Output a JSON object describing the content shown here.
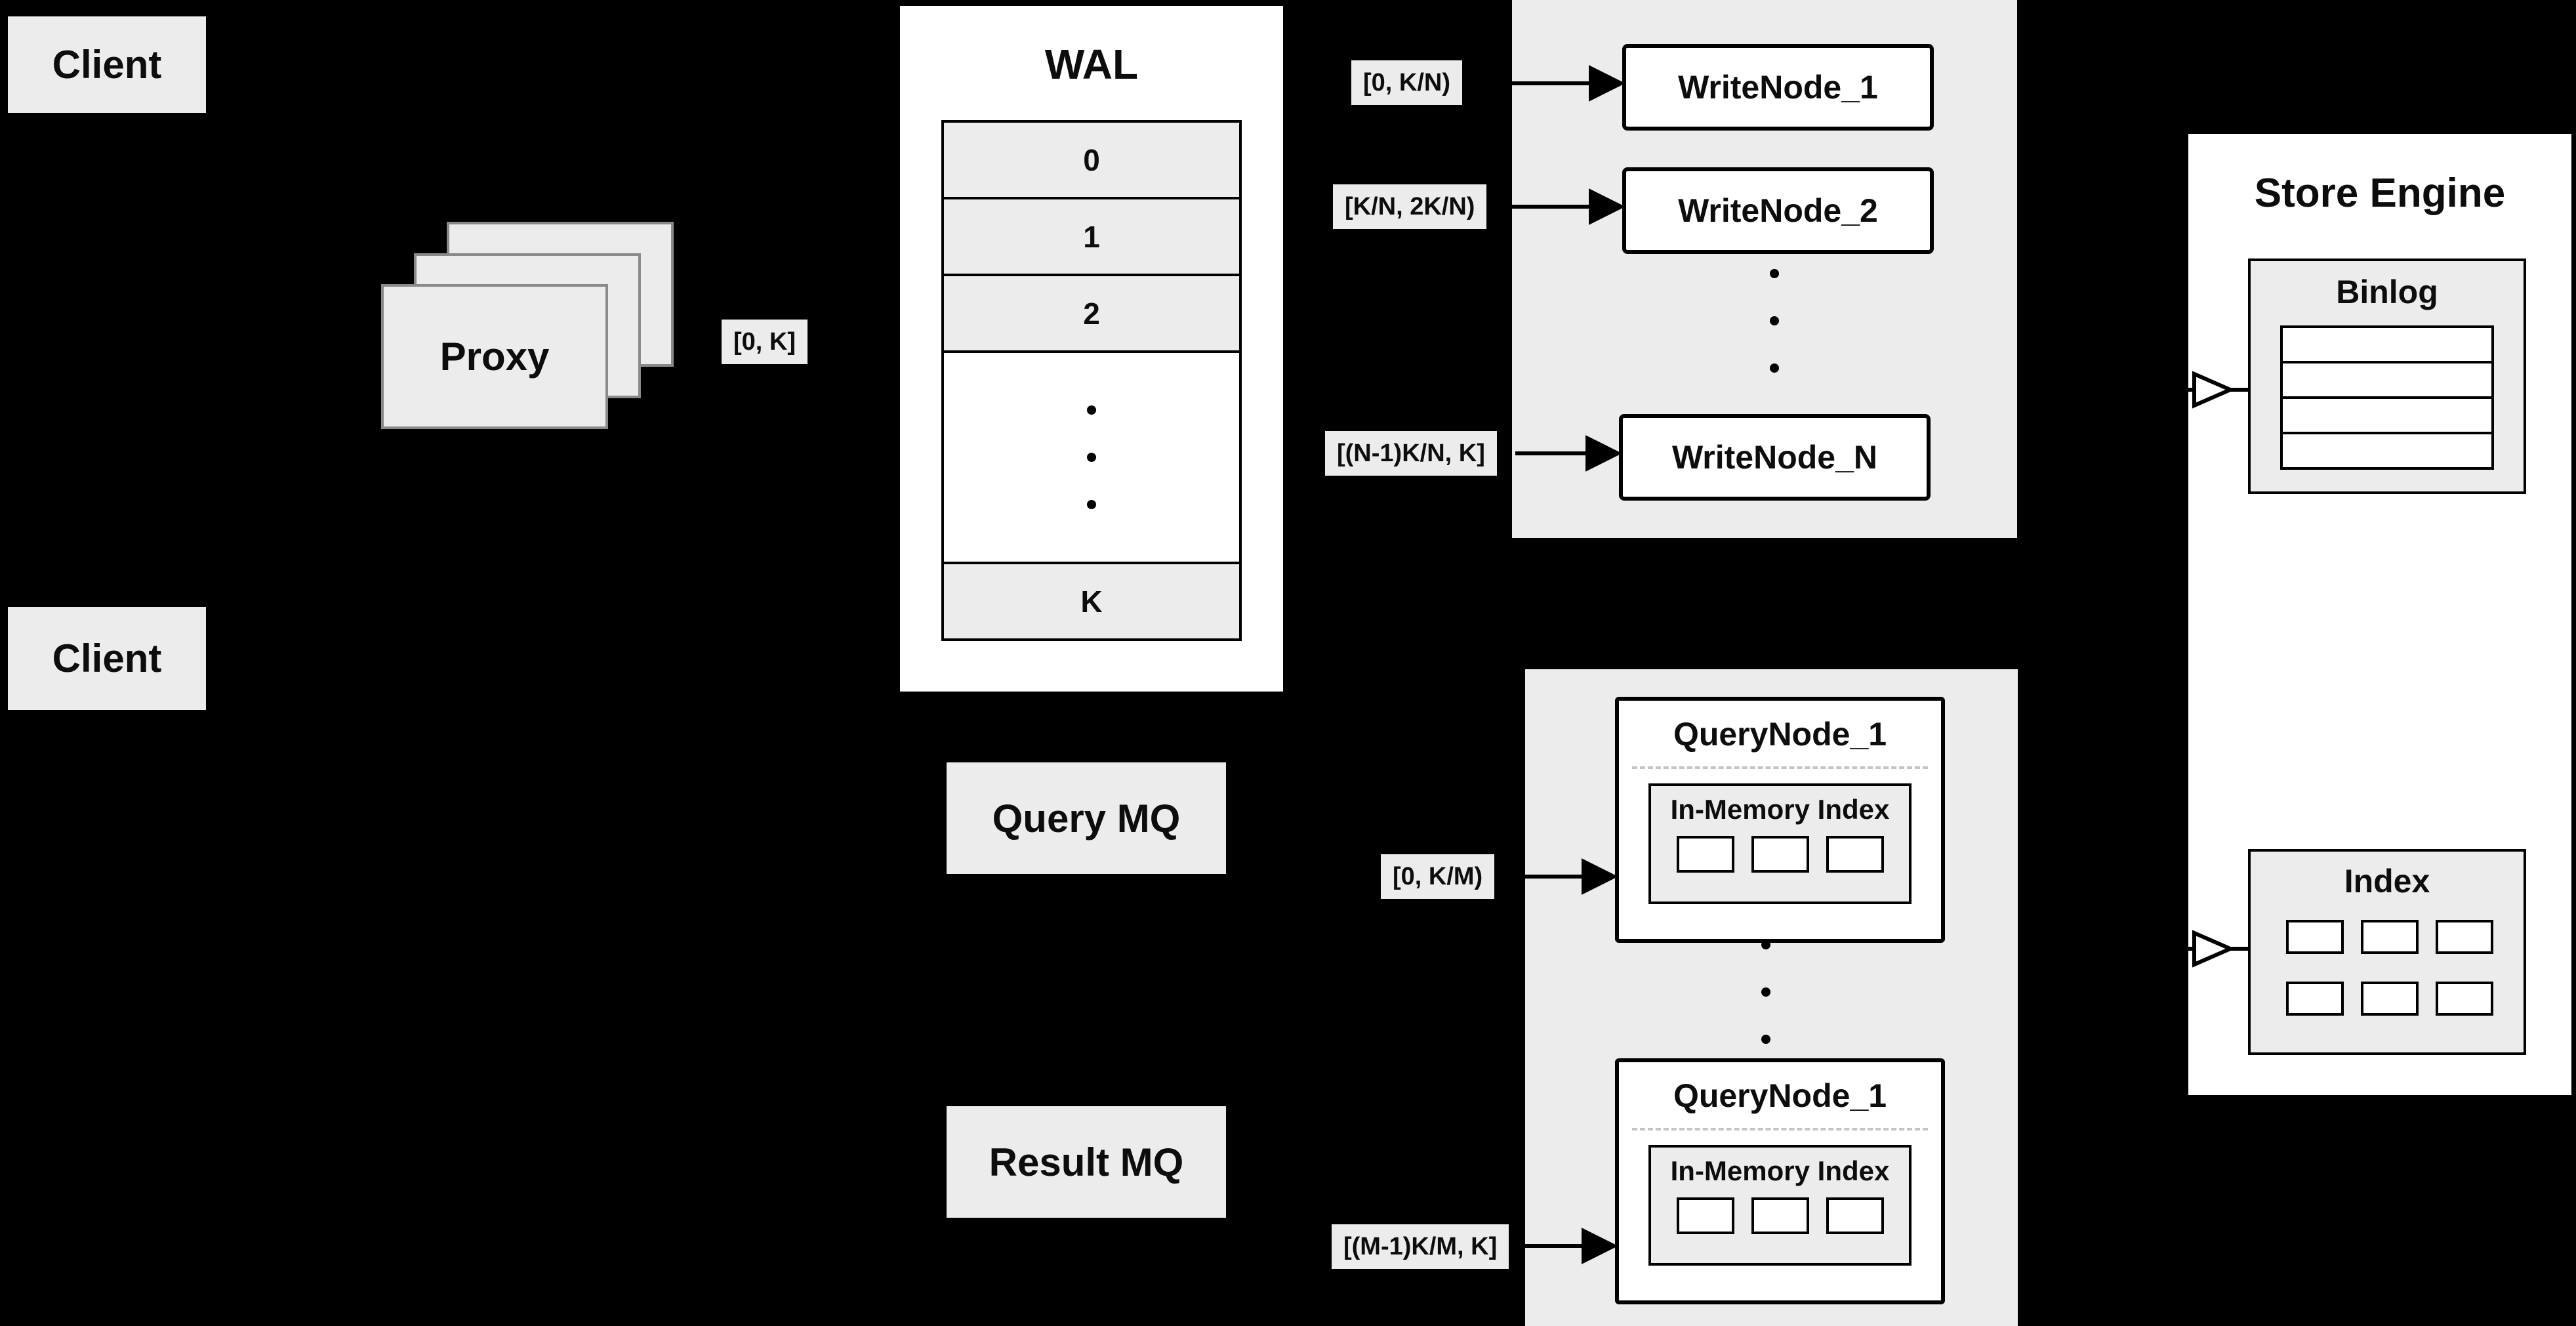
{
  "colors": {
    "background": "#000000",
    "box_gray": "#ececec",
    "node_white": "#ffffff",
    "border_black": "#000000"
  },
  "clients": {
    "top_label": "Client",
    "bottom_label": "Client"
  },
  "proxy": {
    "label": "Proxy"
  },
  "wal": {
    "title": "WAL",
    "rows": [
      "0",
      "1",
      "2"
    ],
    "last_row": "K"
  },
  "range_labels": {
    "proxy_to_wal": "[0, K]",
    "to_write_node_1": "[0,  K/N)",
    "to_write_node_2": "[K/N, 2K/N)",
    "to_write_node_n": "[(N-1)K/N,  K]",
    "to_query_node_1": "[0, K/M)",
    "to_query_node_m": "[(M-1)K/M, K]"
  },
  "write_nodes": {
    "node_1": "WriteNode_1",
    "node_2": "WriteNode_2",
    "node_n": "WriteNode_N"
  },
  "store_engine": {
    "title": "Store Engine",
    "binlog_title": "Binlog",
    "index_title": "Index"
  },
  "message_queues": {
    "query_mq": "Query MQ",
    "result_mq": "Result MQ"
  },
  "query_nodes": {
    "node_1": {
      "title": "QueryNode_1",
      "index_label": "In-Memory Index"
    },
    "node_2": {
      "title": "QueryNode_1",
      "index_label": "In-Memory Index"
    }
  }
}
